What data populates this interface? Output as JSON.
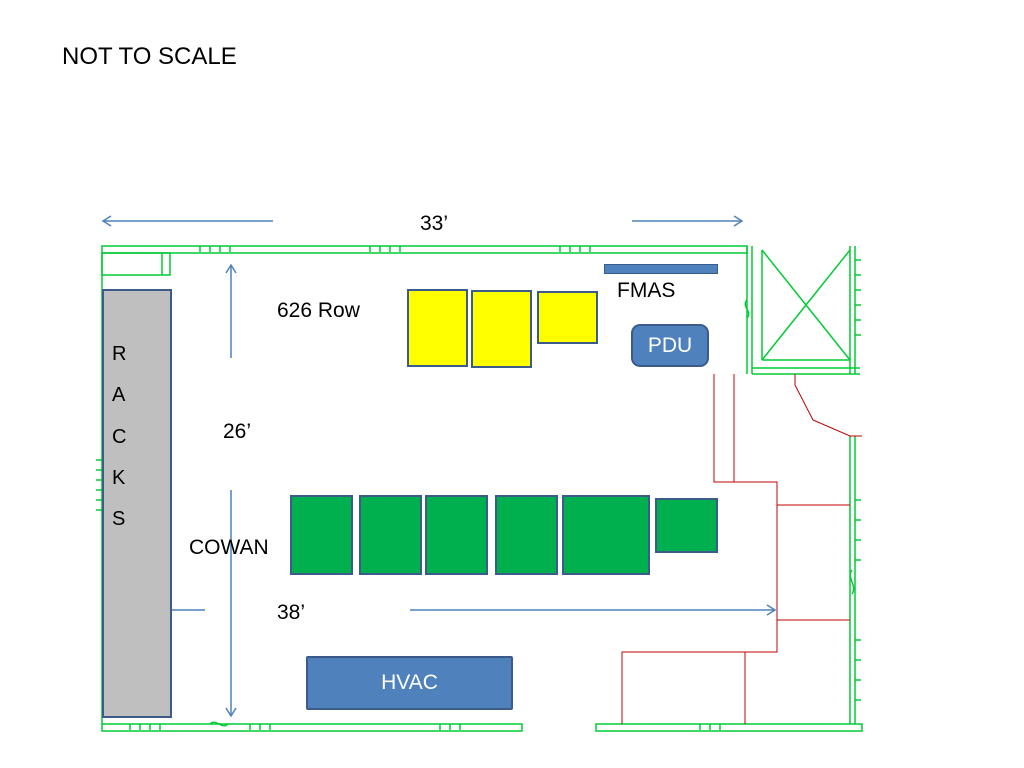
{
  "title": "NOT TO SCALE",
  "dimensions": {
    "width": "33’",
    "depth": "26’",
    "row_length": "38’"
  },
  "labels": {
    "row_626": "626 Row",
    "cowan": "COWAN",
    "fmas": "FMAS",
    "pdu": "PDU",
    "hvac": "HVAC",
    "racks": [
      "R",
      "A",
      "C",
      "K",
      "S"
    ]
  },
  "colors": {
    "wall": "#00cc33",
    "door": "#c00000",
    "dimension_arrow": "#4f81bd",
    "row_626_units": "#ffff00",
    "cowan_units": "#00b04f",
    "equipment": "#4f81bd",
    "racks": "#bfbfbf"
  }
}
